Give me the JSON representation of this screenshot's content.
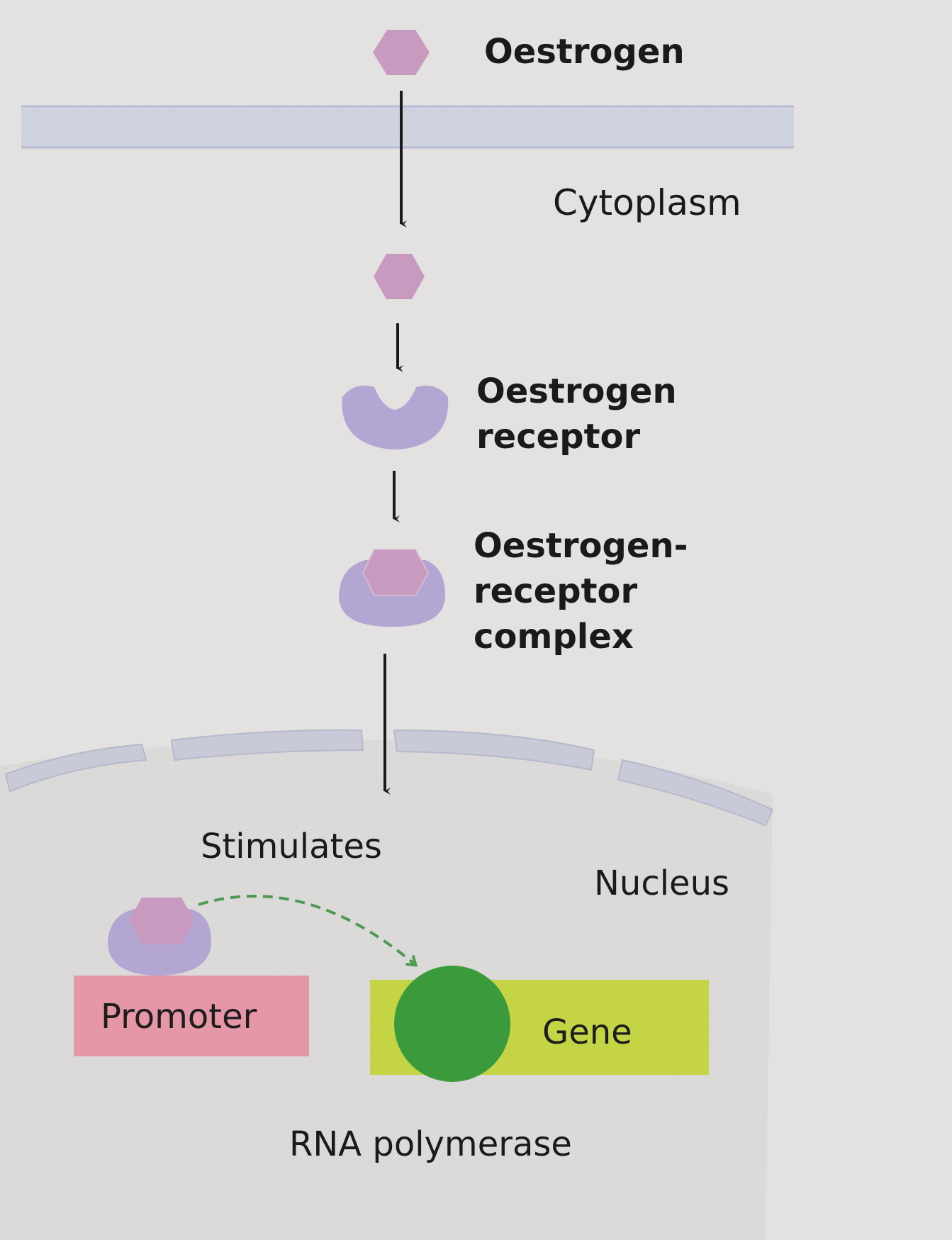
{
  "labels": {
    "oestrogen": "Oestrogen",
    "cytoplasm": "Cytoplasm",
    "receptor_line1": "Oestrogen",
    "receptor_line2": "receptor",
    "complex_line1": "Oestrogen-",
    "complex_line2": "receptor",
    "complex_line3": "complex",
    "stimulates": "Stimulates",
    "nucleus": "Nucleus",
    "promoter": "Promoter",
    "gene": "Gene",
    "rna_polymerase": "RNA polymerase"
  },
  "colors": {
    "background": "#e4e2e0",
    "membrane": "#c9cde0",
    "oestrogen": "#c99ac0",
    "receptor": "#b3a6d2",
    "nucleus_fill": "#dddcda",
    "nuclear_envelope": "#c8cad8",
    "promoter_box": "#e597a8",
    "gene_box": "#c4d444",
    "rna_polymerase": "#3a9a3c",
    "dashed_arrow": "#4e9a52",
    "arrow": "#1a1a1a"
  }
}
